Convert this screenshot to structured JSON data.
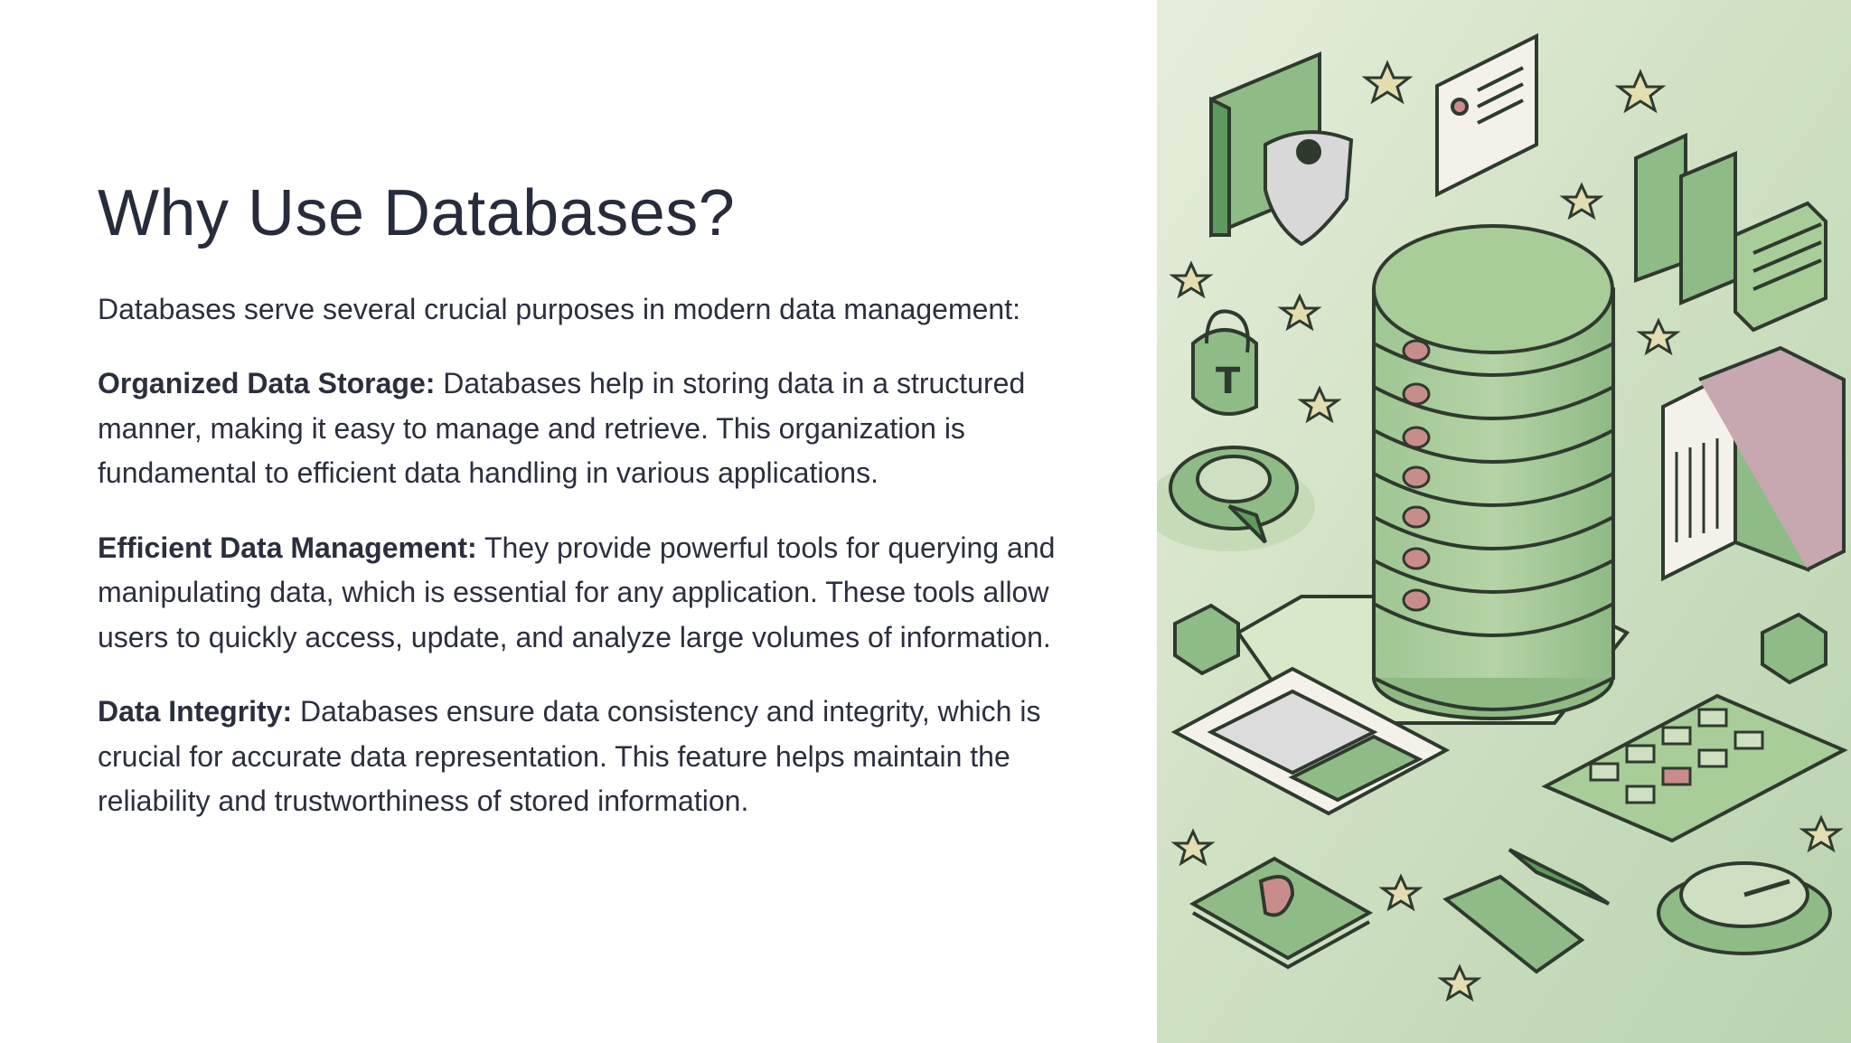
{
  "slide": {
    "title": "Why Use Databases?",
    "intro": "Databases serve several crucial purposes in modern data management:",
    "sections": [
      {
        "heading": "Organized Data Storage:",
        "body": "Databases help in storing data in a structured manner, making it easy to manage and retrieve. This organization is fundamental to efficient data handling in various applications."
      },
      {
        "heading": "Efficient Data Management:",
        "body": "They provide powerful tools for querying and manipulating data, which is essential for any application. These tools allow users to quickly access, update, and analyze large volumes of information."
      },
      {
        "heading": "Data Integrity:",
        "body": "Databases ensure data consistency and integrity, which is crucial for accurate data representation. This feature helps maintain the reliability and trustworthiness of stored information."
      }
    ]
  },
  "illustration": {
    "icons": [
      "database-cylinder-icon",
      "shield-icon",
      "lock-icon",
      "refresh-icon",
      "document-icon",
      "building-icon",
      "calculator-icon",
      "tablet-icon",
      "pen-icon",
      "stopwatch-icon",
      "cube-icon",
      "star-icon"
    ],
    "colors": {
      "green_light": "#b9d4a8",
      "green_mid": "#8fbc86",
      "green_dark": "#5e9a5d",
      "outline": "#2f3a2f",
      "pink": "#c98c8c",
      "background": "#dbe8cf"
    }
  }
}
